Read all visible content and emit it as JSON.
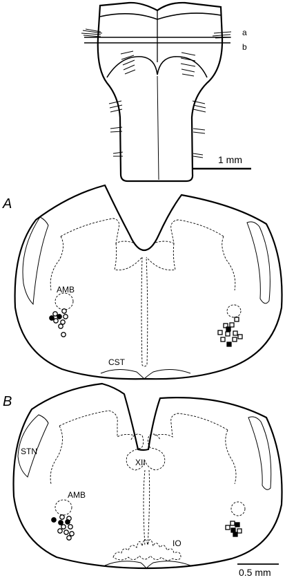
{
  "figure": {
    "brainstem": {
      "section_labels": [
        "a",
        "b"
      ],
      "scale_label": "1 mm"
    },
    "panel_a": {
      "letter": "A",
      "labels": {
        "amb": "AMB",
        "cst": "CST"
      }
    },
    "panel_b": {
      "letter": "B",
      "labels": {
        "stn": "STN",
        "xii": "XII",
        "amb": "AMB",
        "io": "IO"
      },
      "scale_label": "0.5 mm"
    },
    "colors": {
      "stroke": "#000000",
      "background": "#ffffff"
    }
  }
}
